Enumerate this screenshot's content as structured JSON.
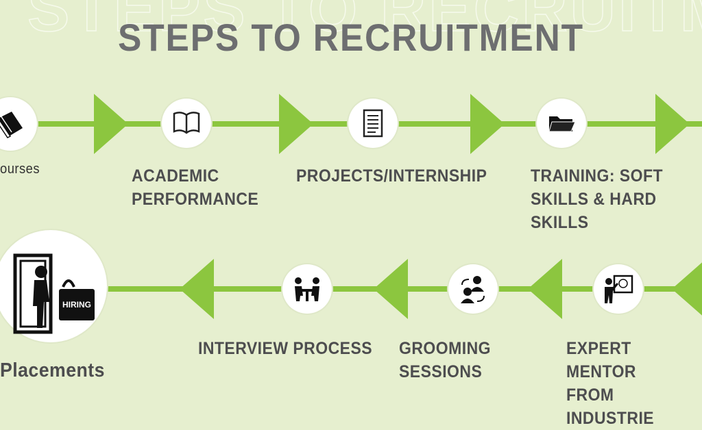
{
  "title": "STEPS TO RECRUITMENT",
  "steps_top": [
    {
      "label": "ourses",
      "icon": "books-icon"
    },
    {
      "label": "ACADEMIC\nPERFORMANCE",
      "icon": "open-book-icon"
    },
    {
      "label": "PROJECTS/INTERNSHIP",
      "icon": "notepad-icon"
    },
    {
      "label": "TRAINING: SOFT\nSKILLS & HARD\nSKILLS",
      "icon": "folder-icon"
    }
  ],
  "steps_bottom": [
    {
      "label": "Placements",
      "icon": "exit-door-person-icon",
      "badge": "HIRING"
    },
    {
      "label": "INTERVIEW PROCESS",
      "icon": "meeting-table-icon"
    },
    {
      "label": "GROOMING\nSESSIONS",
      "icon": "people-exchange-icon"
    },
    {
      "label": "EXPERT MENTOR\nFROM INDUSTRIE",
      "icon": "presenter-board-icon"
    }
  ],
  "colors": {
    "background": "#e6efcf",
    "accent": "#8cc63f",
    "title": "#6d6e70",
    "text": "#4d4d4f"
  }
}
